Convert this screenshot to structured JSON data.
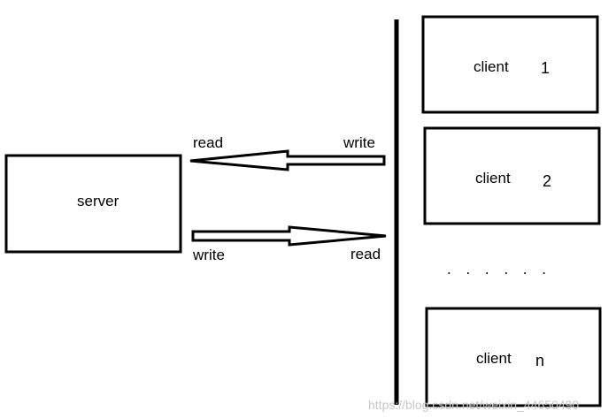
{
  "server": {
    "label": "server"
  },
  "arrows": {
    "top": {
      "left_label": "read",
      "right_label": "write"
    },
    "bottom": {
      "left_label": "write",
      "right_label": "read"
    }
  },
  "clients": [
    {
      "label": "client",
      "number": "1"
    },
    {
      "label": "client",
      "number": "2"
    },
    {
      "label": "client",
      "number": "n"
    }
  ],
  "ellipsis": ". . . . . .",
  "watermark": "https://blog.csdn.net/weixin_44650490",
  "colors": {
    "stroke": "#000000",
    "background": "#ffffff",
    "watermark": "#c8c8c8"
  }
}
